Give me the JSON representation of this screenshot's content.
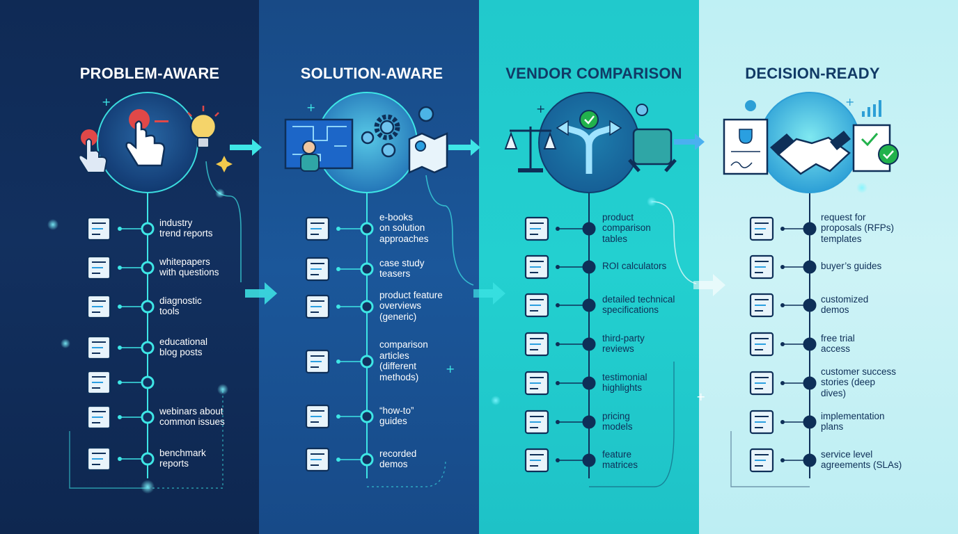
{
  "stages": [
    {
      "title": "PROBLEM-AWARE",
      "items": [
        {
          "text": "industry\ntrend reports",
          "icon": "bar-chart-icon"
        },
        {
          "text": "whitepapers\nwith questions",
          "icon": "question-document-icon"
        },
        {
          "text": "diagnostic\ntools",
          "icon": "magnifier-alert-icon"
        },
        {
          "text": "educational\nblog posts",
          "icon": "pencil-document-icon"
        },
        {
          "text": "",
          "icon": "open-book-icon"
        },
        {
          "text": "webinars about\ncommon issues",
          "icon": "video-monitor-icon"
        },
        {
          "text": "benchmark\nreports",
          "icon": "chart-document-icon"
        }
      ]
    },
    {
      "title": "SOLUTION-AWARE",
      "items": [
        {
          "text": "e-books\non solution\napproaches",
          "icon": "ebook-icon"
        },
        {
          "text": "case study\nteasers",
          "icon": "case-study-document-icon"
        },
        {
          "text": "product feature\noverviews\n(generic)",
          "icon": "gear-hand-icon"
        },
        {
          "text": "comparison\narticles\n(different\nmethods)",
          "icon": "search-document-icon"
        },
        {
          "text": "“how-to”\nguides",
          "icon": "pointer-arrows-icon"
        },
        {
          "text": "recorded\ndemos",
          "icon": "video-player-icon"
        }
      ]
    },
    {
      "title": "VENDOR COMPARISON",
      "items": [
        {
          "text": "product\ncomparison\ntables",
          "icon": "table-icon"
        },
        {
          "text": "ROI calculators",
          "icon": "growth-chart-icon"
        },
        {
          "text": "detailed technical\nspecifications",
          "icon": "spec-window-icon"
        },
        {
          "text": "third-party\nreviews",
          "icon": "thumbs-up-gear-icon"
        },
        {
          "text": "testimonial\nhighlights",
          "icon": "speech-hands-icon"
        },
        {
          "text": "pricing\nmodels",
          "icon": "pricing-tag-icon"
        },
        {
          "text": "feature\nmatrices",
          "icon": "matrix-pointer-icon"
        }
      ]
    },
    {
      "title": "DECISION-READY",
      "items": [
        {
          "text": "request for\nproposals (RFPs)\ntemplates",
          "icon": "rfp-document-icon"
        },
        {
          "text": "buyer’s guides",
          "icon": "trophy-icon"
        },
        {
          "text": "customized\ndemos",
          "icon": "demo-window-icon"
        },
        {
          "text": "free trial\naccess",
          "icon": "clipboard-check-icon"
        },
        {
          "text": "customer success\nstories (deep\ndives)",
          "icon": "success-chart-icon"
        },
        {
          "text": "implementation\nplans",
          "icon": "plan-document-icon"
        },
        {
          "text": "service level\nagreements (SLAs)",
          "icon": "checklist-icon"
        }
      ]
    }
  ],
  "colors": {
    "stage1_bg": "#0f2a55",
    "stage2_bg": "#184a86",
    "stage3_bg": "#21c9cc",
    "stage4_bg": "#c6f2f5",
    "accent_cyan": "#3ee6e6",
    "accent_red": "#e04848",
    "accent_green": "#22b24c",
    "navy": "#0e2f58"
  }
}
